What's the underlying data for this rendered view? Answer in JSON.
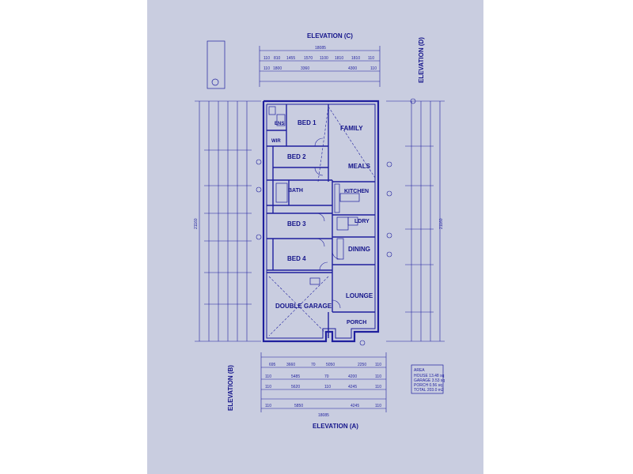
{
  "plan": {
    "elevations": {
      "c": "ELEVATION (C)",
      "d": "ELEVATION (D)",
      "b": "ELEVATION (B)",
      "a": "ELEVATION (A)"
    },
    "rooms": {
      "bed1": "BED 1",
      "family": "FAMILY",
      "meals": "MEALS",
      "bed2": "BED 2",
      "kitchen": "KITCHEN",
      "bath": "BATH",
      "ldry": "LDRY",
      "bed3": "BED 3",
      "dining": "DINING",
      "bed4": "BED 4",
      "garage": "DOUBLE GARAGE",
      "lounge": "LOUNGE",
      "porch": "PORCH",
      "wir": "WIR",
      "ens": "ENS"
    },
    "dims": {
      "top_overall": "18085",
      "top_row": [
        "110",
        "810",
        "1455",
        "1570",
        "1100",
        "1810",
        "1810",
        "110"
      ],
      "top_row2": [
        "110",
        "1800",
        "3360",
        "4300",
        "110"
      ],
      "bottom_overall": "18085",
      "bottom_row1": [
        "695",
        "3660",
        "70",
        "5050",
        "2250",
        "110"
      ],
      "bottom_row2": [
        "110",
        "5485",
        "70",
        "4200",
        "110"
      ],
      "bottom_row3": [
        "110",
        "5620",
        "110",
        "4245",
        "110"
      ],
      "bottom_row4": [
        "110",
        "5850",
        "4245",
        "110"
      ],
      "right_overall": "21160",
      "left_overall": "21160"
    },
    "areas_box": [
      "AREA",
      "HOUSE 13.48 sq",
      "GARAGE 3.53 sq",
      "PORCH 0.56 sq",
      "TOTAL 203.0 m2"
    ]
  }
}
